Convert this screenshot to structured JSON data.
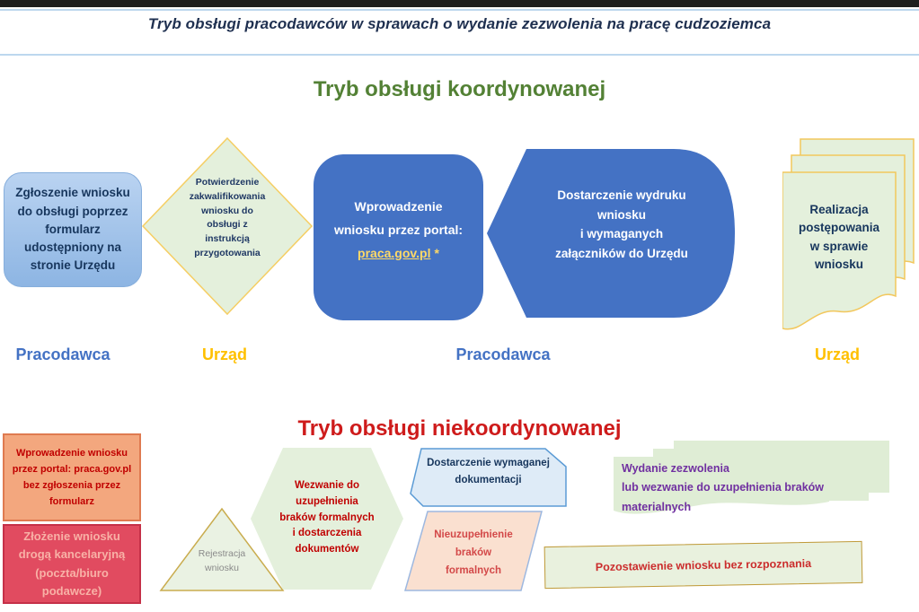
{
  "header": {
    "title": "Tryb obsługi pracodawców w sprawach o wydanie zezwolenia na pracę cudzoziemca"
  },
  "coordinated": {
    "heading": "Tryb obsługi koordynowanej",
    "steps": {
      "submit_form": "Zgłoszenie wniosku\ndo obsługi poprzez\nformularz\nudostępniony na\nstronie Urzędu",
      "confirmation": "Potwierdzenie\nzakwalifikowania\nwniosku do\nobsługi z\ninstrukcją\nprzygotowania",
      "portal_entry_text": "Wprowadzenie\nwniosku przez portal:",
      "portal_link": "praca.gov.pl",
      "portal_asterisk": "*",
      "deliver_printout": "Dostarczenie wydruku\nwniosku\ni wymaganych\nzałączników do Urzędu",
      "processing": "Realizacja\npostępowania\nw sprawie\nwniosku"
    },
    "actors": [
      {
        "label": "Pracodawca"
      },
      {
        "label": "Urząd"
      },
      {
        "label": "Pracodawca"
      },
      {
        "label": "Urząd"
      }
    ]
  },
  "uncoordinated": {
    "heading": "Tryb obsługi niekoordynowanej",
    "steps": {
      "portal_no_form": "Wprowadzenie wniosku\nprzez portal: praca.gov.pl\nbez zgłoszenia przez\nformularz",
      "paper_submission": "Złożenie wniosku\ndrogą kancelaryjną\n(poczta/biuro\npodawcze)",
      "registration": "Rejestracja\nwniosku",
      "call_to_complete": "Wezwanie do\nuzupełnienia\nbraków formalnych\ni dostarczenia\ndokumentów",
      "deliver_docs": "Dostarczenie wymaganej\ndokumentacji",
      "not_completed": "Nieuzupełnienie\nbraków\nformalnych",
      "permit_or_call": "Wydanie zezwolenia\nlub wezwanie do uzupełnienia braków\nmaterialnych",
      "left_unprocessed": "Pozostawienie wniosku bez rozpoznania"
    }
  },
  "palette": {
    "title_navy": "#1F3050",
    "heading_green": "#538135",
    "heading_red": "#CE1B1B",
    "royal_blue": "#4472C4",
    "light_blue_fill": "#9FC3E9",
    "light_green_fill": "#E4F0DC",
    "gold_border": "#F5CE63",
    "gold_label": "#FFC000",
    "link_gold": "#FFD966",
    "orange_fill": "#F3A77E",
    "crimson_fill": "#E14B60",
    "purple_text": "#7030A0",
    "olive_border": "#C09A39",
    "separator_blue": "#BDD7EE"
  }
}
